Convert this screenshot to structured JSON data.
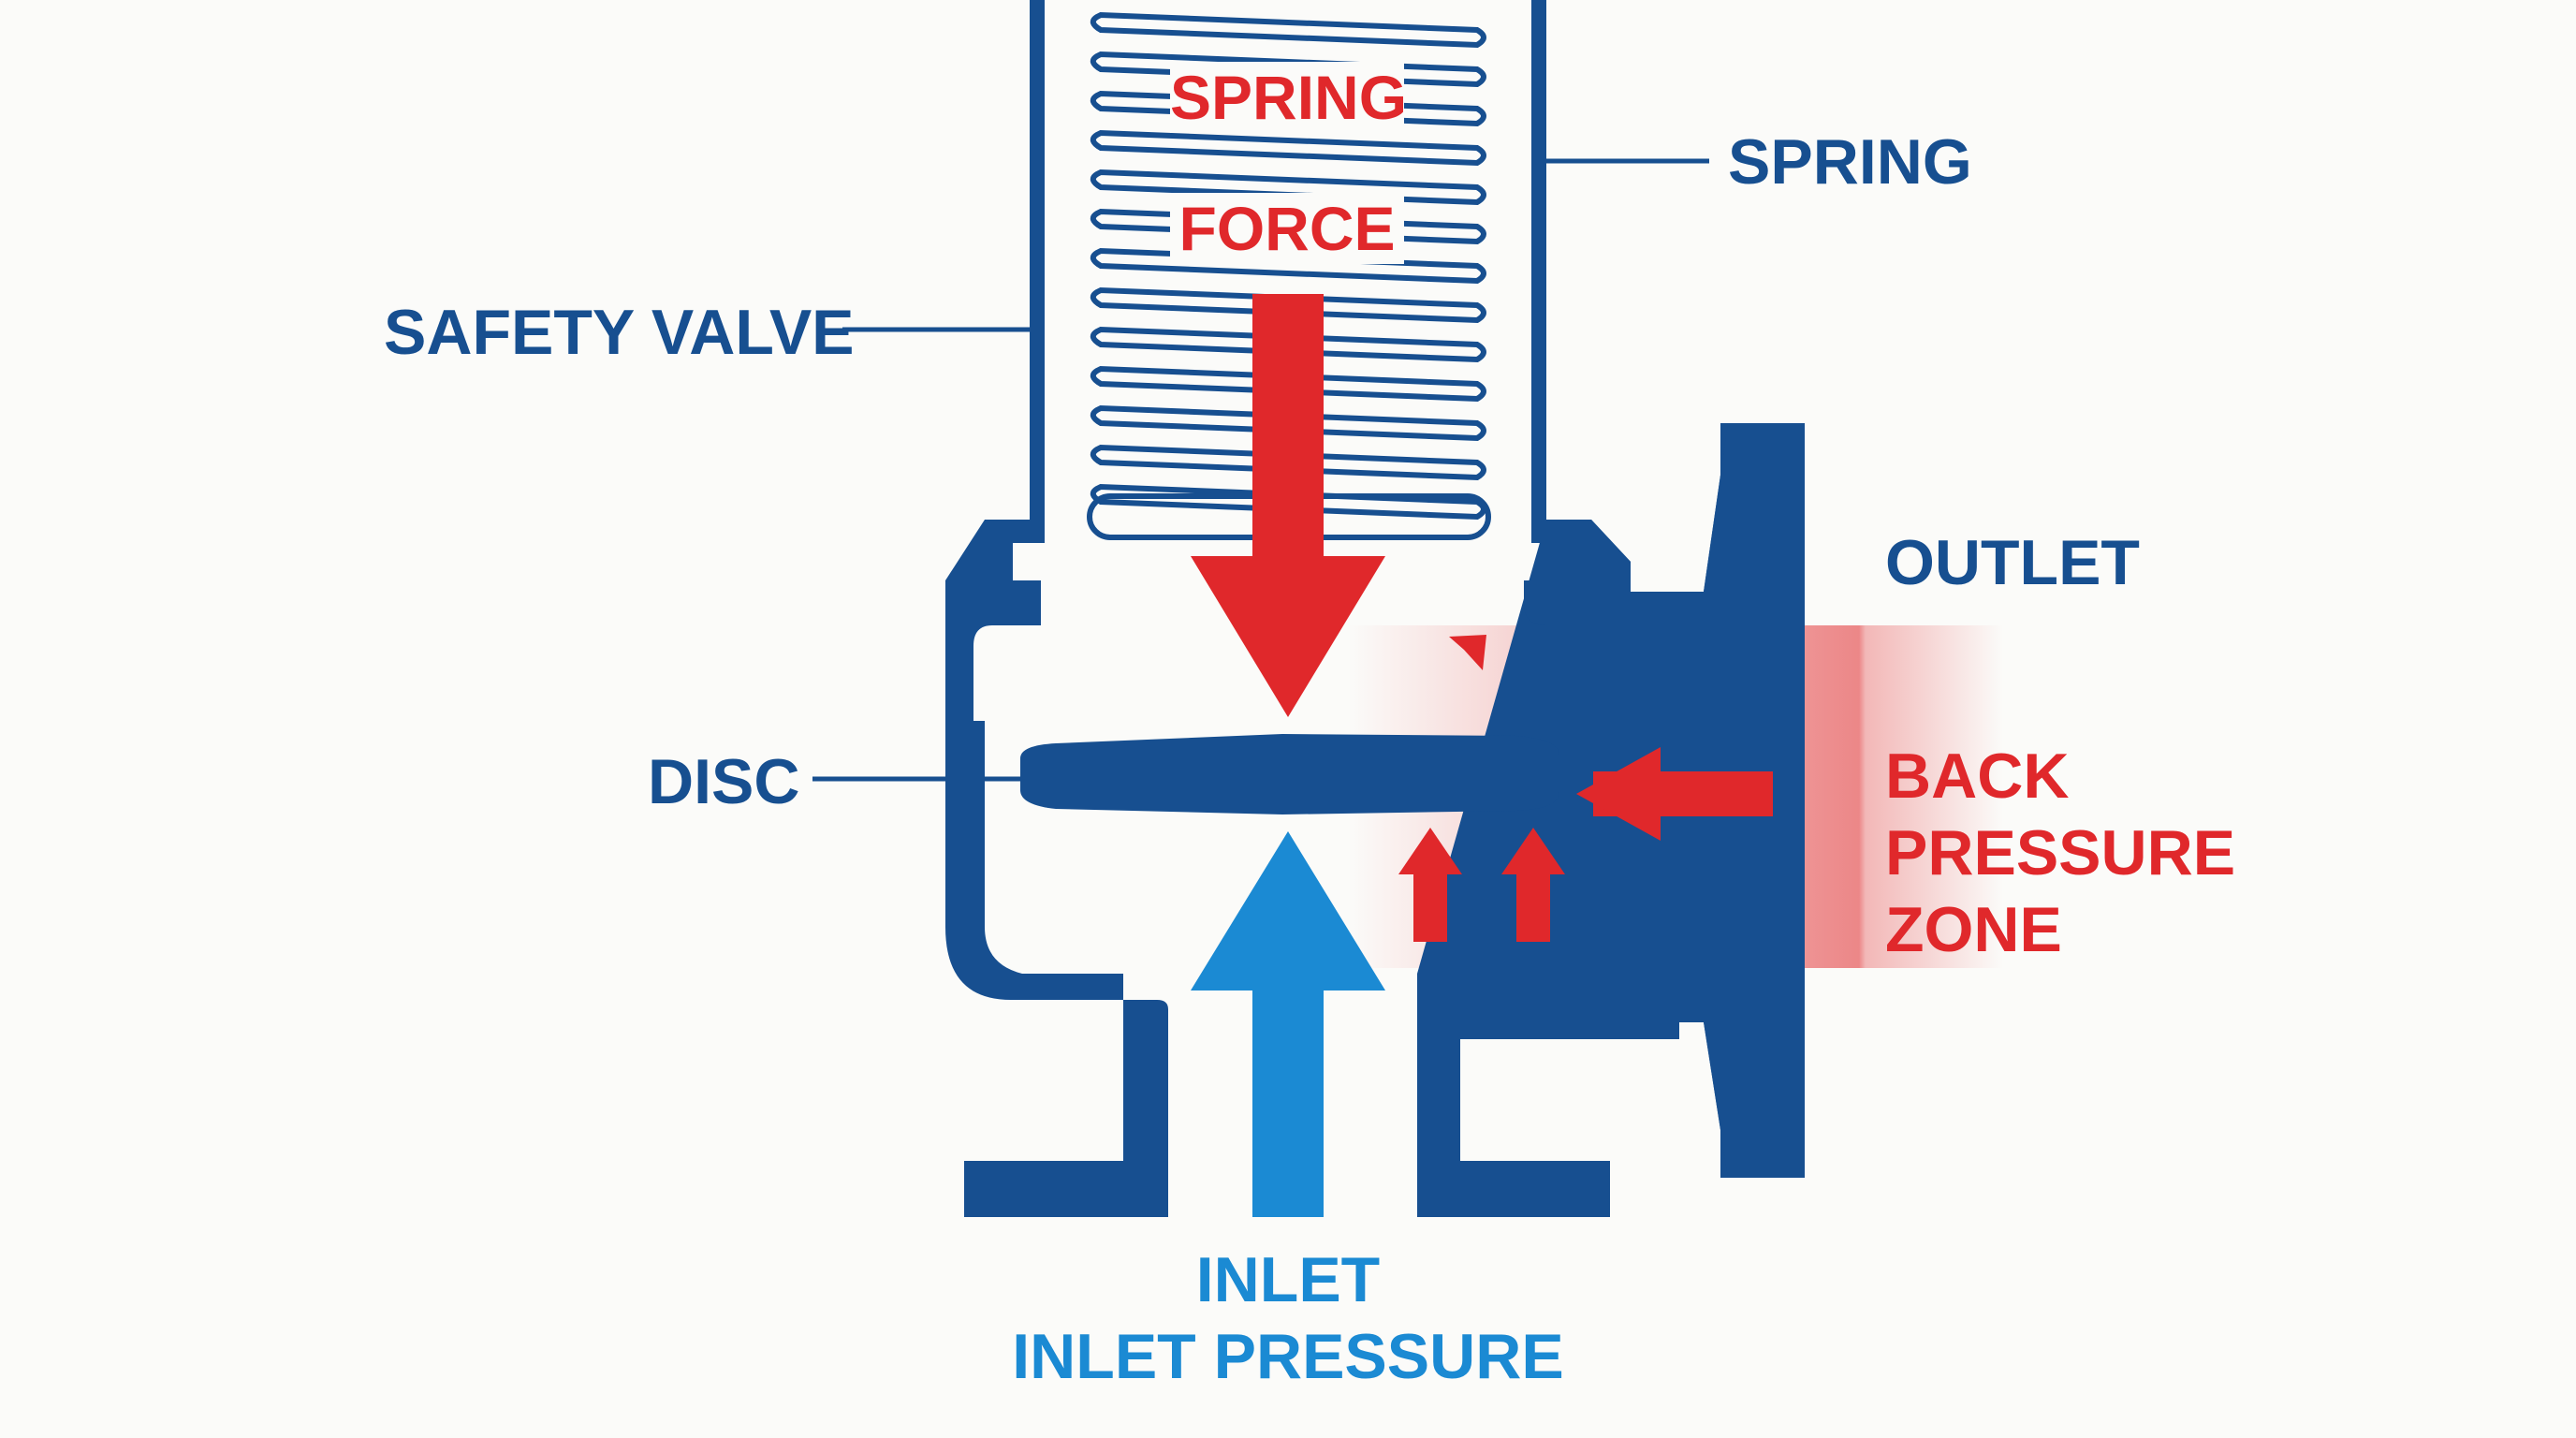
{
  "colors": {
    "background": "#fbfbf9",
    "valve_blue": "#174f90",
    "force_red": "#e0282b",
    "inlet_blue": "#1b8ad3",
    "white": "#ffffff"
  },
  "labels": {
    "spring_force_line1": "SPRING",
    "spring_force_line2": "FORCE",
    "spring": "SPRING",
    "safety_valve": "SAFETY VALVE",
    "outlet": "OUTLET",
    "disc": "DISC",
    "back_pressure_line1": "BACK",
    "back_pressure_line2": "PRESSURE",
    "back_pressure_line3": "ZONE",
    "inlet_line1": "INLET",
    "inlet_line2": "INLET PRESSURE"
  },
  "icons": {
    "spring": "coil-spring-icon",
    "spring_force_arrow": "arrow-down-icon",
    "inlet_pressure_arrow": "arrow-up-icon",
    "back_pressure_arrows": "arrow-left-icon"
  }
}
